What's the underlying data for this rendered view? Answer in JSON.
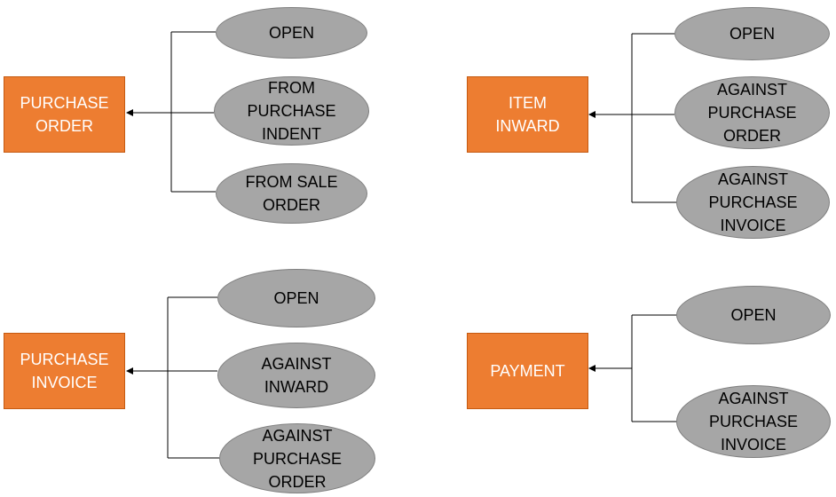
{
  "colors": {
    "box_fill": "#ED7D31",
    "oval_fill": "#A6A6A6",
    "connector": "#000000"
  },
  "groups": [
    {
      "target": "PURCHASE\nORDER",
      "sources": [
        "OPEN",
        "FROM\nPURCHASE\nINDENT",
        "FROM SALE\nORDER"
      ]
    },
    {
      "target": "ITEM\nINWARD",
      "sources": [
        "OPEN",
        "AGAINST\nPURCHASE\nORDER",
        "AGAINST\nPURCHASE\nINVOICE"
      ]
    },
    {
      "target": "PURCHASE\nINVOICE",
      "sources": [
        "OPEN",
        "AGAINST\nINWARD",
        "AGAINST\nPURCHASE\nORDER"
      ]
    },
    {
      "target": "PAYMENT",
      "sources": [
        "OPEN",
        "AGAINST\nPURCHASE\nINVOICE"
      ]
    }
  ]
}
